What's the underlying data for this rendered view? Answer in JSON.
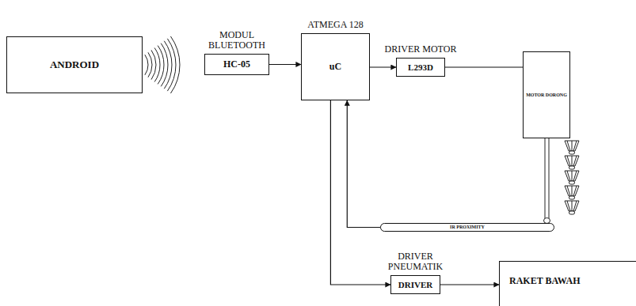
{
  "diagram": {
    "nodes": [
      {
        "text": [
          "ANDROID"
        ]
      },
      {
        "text": [
          "MODUL BLUETOOTH",
          "HC-05"
        ]
      },
      {
        "text": [
          "ATMEGA 128",
          "uC"
        ]
      },
      {
        "text": [
          "DRIVER MOTOR",
          "L293D"
        ]
      },
      {
        "text": [
          "MOTOR DORONG"
        ]
      },
      {
        "text": [
          "IR PROXIMITY"
        ]
      },
      {
        "text": [
          "DRIVER PNEUMATIK",
          "DRIVER"
        ]
      },
      {
        "text": [
          "RAKET BAWAH"
        ]
      }
    ],
    "edges": [
      {
        "from": 1,
        "to": 2,
        "arrow": "to"
      },
      {
        "from": 2,
        "to": 3,
        "arrow": "to"
      },
      {
        "from": 3,
        "to": 4,
        "arrow": "none"
      },
      {
        "from": 5,
        "to": 2,
        "arrow": "to"
      },
      {
        "from": 2,
        "to": 6,
        "arrow": "to"
      },
      {
        "from": 6,
        "to": 7,
        "arrow": "to"
      }
    ]
  }
}
